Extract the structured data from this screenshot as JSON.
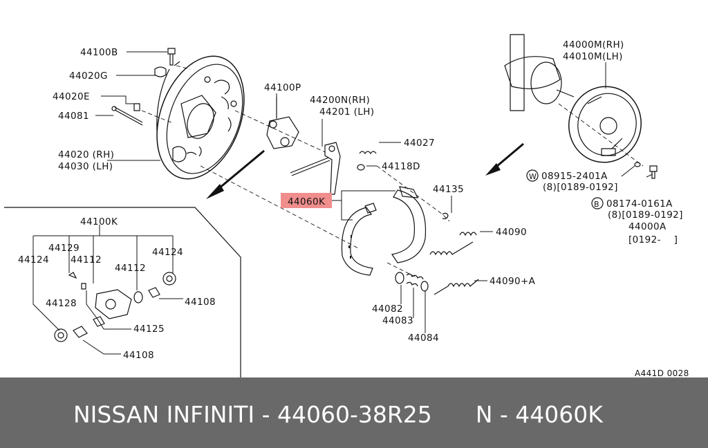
{
  "labels": {
    "p44100B": "44100B",
    "p44020G": "44020G",
    "p44020E": "44020E",
    "p44081": "44081",
    "p44020rh": "44020 (RH)",
    "p44030lh": "44030 (LH)",
    "p44100P": "44100P",
    "p44200N": "44200N(RH)",
    "p44201": "44201 (LH)",
    "p44027": "44027",
    "p44118D": "44118D",
    "p44060K": "44060K",
    "p44135": "44135",
    "p44090": "44090",
    "p44090A": "44090+A",
    "p44082": "44082",
    "p44083": "44083",
    "p44084": "44084",
    "p44000M": "44000M(RH)",
    "p44010M": "44010M(LH)",
    "p08915": "08915-2401A",
    "p08915b": "(8)[0189-0192]",
    "p08174": "08174-0161A",
    "p08174b": "(8)[0189-0192]",
    "p44000A": "44000A",
    "p44000Ab": "[0192-    ]",
    "p44100K": "44100K",
    "p44129": "44129",
    "p44124a": "44124",
    "p44112a": "44112",
    "p44124b": "44124",
    "p44112b": "44112",
    "p44128": "44128",
    "p44108a": "44108",
    "p44125": "44125",
    "p44108b": "44108",
    "wmark": "W",
    "bmark": "B",
    "code": "A441D 0028"
  },
  "banner": {
    "title": "NISSAN INFINITI - 44060-38R25      N - 44060K"
  },
  "colors": {
    "highlight": "#f08d8d",
    "banner_bg": "#696969",
    "banner_text": "#ffffff"
  }
}
